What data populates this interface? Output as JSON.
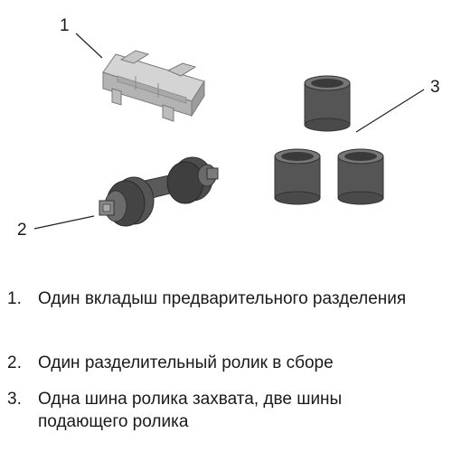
{
  "callouts": {
    "one": "1",
    "two": "2",
    "three": "3"
  },
  "parts_list": [
    {
      "number": "1.",
      "text": "Один вкладыш предварительного разделения"
    },
    {
      "number": "2.",
      "text": "Один разделительный ролик в сборе"
    },
    {
      "number": "3.",
      "text": "Одна шина ролика захвата, две шины подающего ролика"
    }
  ],
  "colors": {
    "part_dark": "#4a4a4a",
    "part_light": "#b8b8b8",
    "text": "#1a1a1a"
  }
}
